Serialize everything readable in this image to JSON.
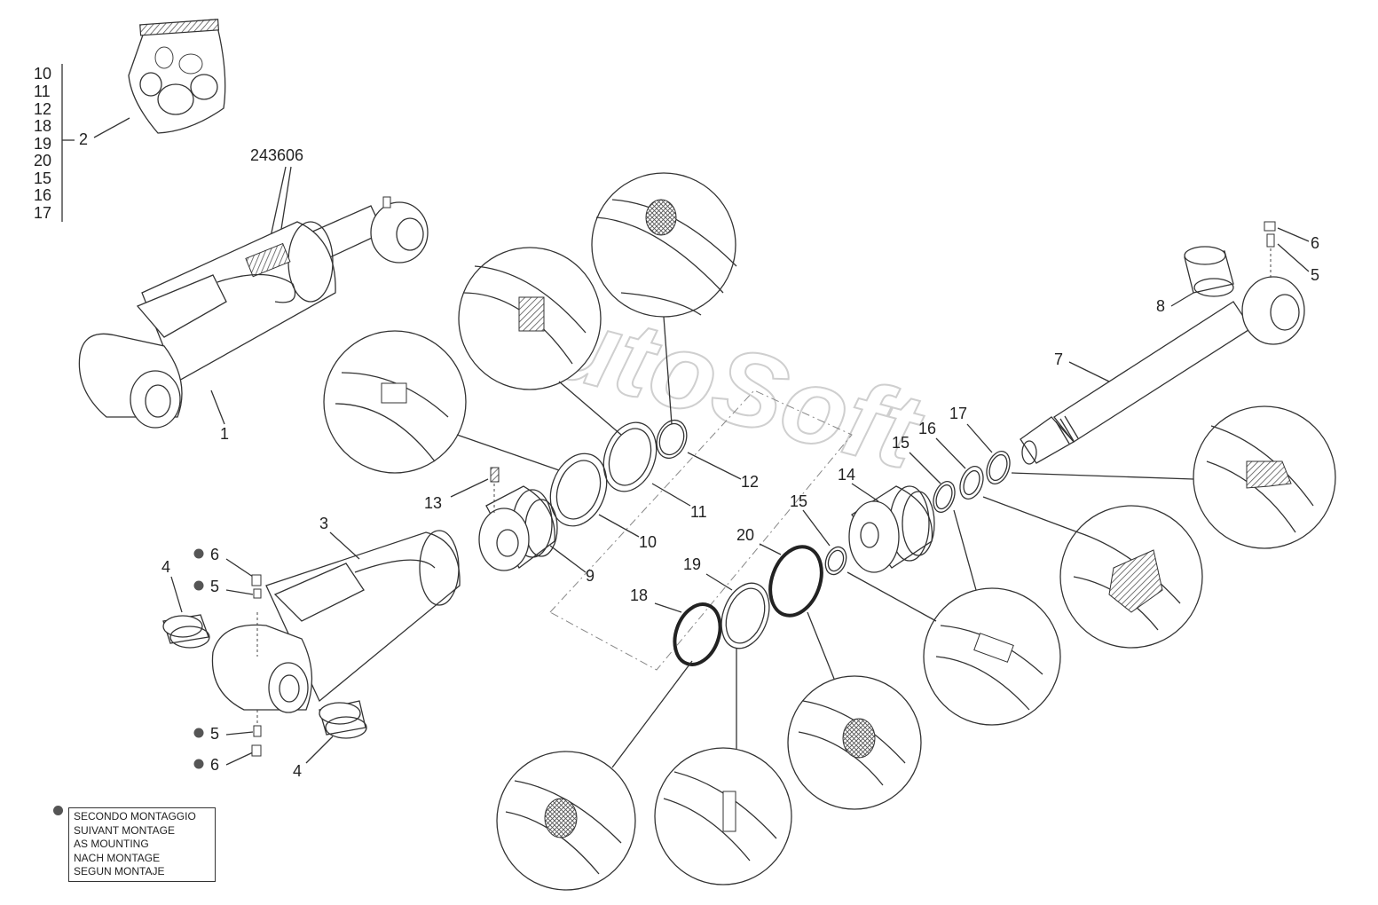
{
  "kit": {
    "numbers": [
      "10",
      "11",
      "12",
      "18",
      "19",
      "20",
      "15",
      "16",
      "17"
    ],
    "label": "2"
  },
  "reference_code": "243606",
  "watermark": "AutoSoft",
  "labels": {
    "l1": "1",
    "l3": "3",
    "l4a": "4",
    "l4b": "4",
    "l5a": "5",
    "l5b": "5",
    "l5c": "5",
    "l6a": "6",
    "l6b": "6",
    "l6c": "6",
    "l7": "7",
    "l8": "8",
    "l9": "9",
    "l10": "10",
    "l11": "11",
    "l12": "12",
    "l13": "13",
    "l14": "14",
    "l15a": "15",
    "l15b": "15",
    "l16": "16",
    "l17": "17",
    "l18": "18",
    "l19": "19",
    "l20": "20"
  },
  "legend": {
    "lines": [
      "SECONDO MONTAGGIO",
      "SUIVANT MONTAGE",
      "AS MOUNTING",
      "NACH MONTAGE",
      "SEGUN MONTAJE"
    ]
  },
  "colors": {
    "line": "#333333",
    "marker": "#555555",
    "watermark": "#cfcfcf"
  }
}
